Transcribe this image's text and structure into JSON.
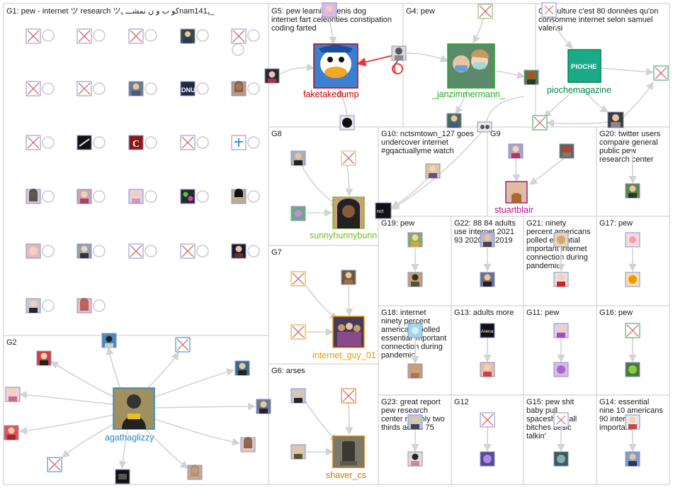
{
  "groups": [
    {
      "id": "G1",
      "title": "G1: pew - internet ツ research ツکو ب و ن نمشـــ ﮩnam141ﮩ_"
    },
    {
      "id": "G5",
      "title_lines": [
        "G5: pew learning penis dog",
        "internet fart celebrities constipation",
        "coding farted"
      ]
    },
    {
      "id": "G4",
      "title_lines": [
        "G4: pew"
      ]
    },
    {
      "id": "G3",
      "title_lines": [
        "G3: culture c'est 80 données qu'on",
        "consomme internet selon samuel",
        "valensi"
      ]
    },
    {
      "id": "G8",
      "title_lines": [
        "G8"
      ]
    },
    {
      "id": "G10",
      "title_lines": [
        "G10: nctsmtown_127 goes",
        "undercover internet",
        "#gqactuallyme watch"
      ]
    },
    {
      "id": "G9",
      "title_lines": [
        "G9"
      ]
    },
    {
      "id": "G20",
      "title_lines": [
        "G20: twitter users",
        "compare general",
        "public pew",
        "research center"
      ]
    },
    {
      "id": "G7",
      "title_lines": [
        "G7"
      ]
    },
    {
      "id": "G19",
      "title_lines": [
        "G19: pew"
      ]
    },
    {
      "id": "G22",
      "title_lines": [
        "G22: 88 84 adults",
        "use internet 2021",
        "93 2020 92 2019"
      ]
    },
    {
      "id": "G21",
      "title_lines": [
        "G21: ninety",
        "percent americans",
        "polled essential",
        "important internet",
        "connection during",
        "pandemic"
      ]
    },
    {
      "id": "G17",
      "title_lines": [
        "G17: pew"
      ]
    },
    {
      "id": "G2",
      "title_lines": [
        "G2"
      ]
    },
    {
      "id": "G6",
      "title_lines": [
        "G6: arses"
      ]
    },
    {
      "id": "G18",
      "title_lines": [
        "G18: internet",
        "ninety percent",
        "americans polled",
        "essential important",
        "connection during",
        "pandemic"
      ]
    },
    {
      "id": "G13",
      "title_lines": [
        "G13: adults more"
      ]
    },
    {
      "id": "G11",
      "title_lines": [
        "G11: pew"
      ]
    },
    {
      "id": "G16",
      "title_lines": [
        "G16: pew"
      ]
    },
    {
      "id": "G23",
      "title_lines": [
        "G23: great report",
        "pew research",
        "center roughly two",
        "thirds adults 75"
      ]
    },
    {
      "id": "G12",
      "title_lines": [
        "G12"
      ]
    },
    {
      "id": "G15",
      "title_lines": [
        "G15: pew shit",
        "baby pull",
        "spaceship y'all",
        "bitches basic",
        "talkin'"
      ]
    },
    {
      "id": "G14",
      "title_lines": [
        "G14: essential",
        "nine 10 americans",
        "90 internet",
        "important"
      ]
    }
  ],
  "labels": {
    "faketakedump": "faketakedump",
    "janzimmermann": "_janzimmermann_",
    "piochemagazine": "piochemagazine",
    "sunnyhunnybunn": "sunnyhunnybunn",
    "stuartblair": "stuartblair",
    "internet_guy": "internet_guy_01",
    "agathaglizzy": "agathaglizzy",
    "shaver_cs": "shaver_cs",
    "pioche_logo": "PIOCHE",
    "dnu_avatar": "DNU",
    "c_avatar": "C",
    "nct_avatar": "nct",
    "arena_avatar": "Arena"
  },
  "colors": {
    "faketakedump": "#cc0000",
    "janzimmermann": "#22aa22",
    "piochemagazine": "#008844",
    "sunnyhunnybunn": "#77bb22",
    "stuartblair": "#bb1188",
    "internet_guy": "#ee9900",
    "agathaglizzy": "#2288cc",
    "shaver_cs": "#cc7700",
    "missing_avatar_cross": "#d86a6a",
    "panel_border": "#c8c8c8",
    "edge": "#d3d3d3",
    "edge_highlight": "#e8322f"
  }
}
